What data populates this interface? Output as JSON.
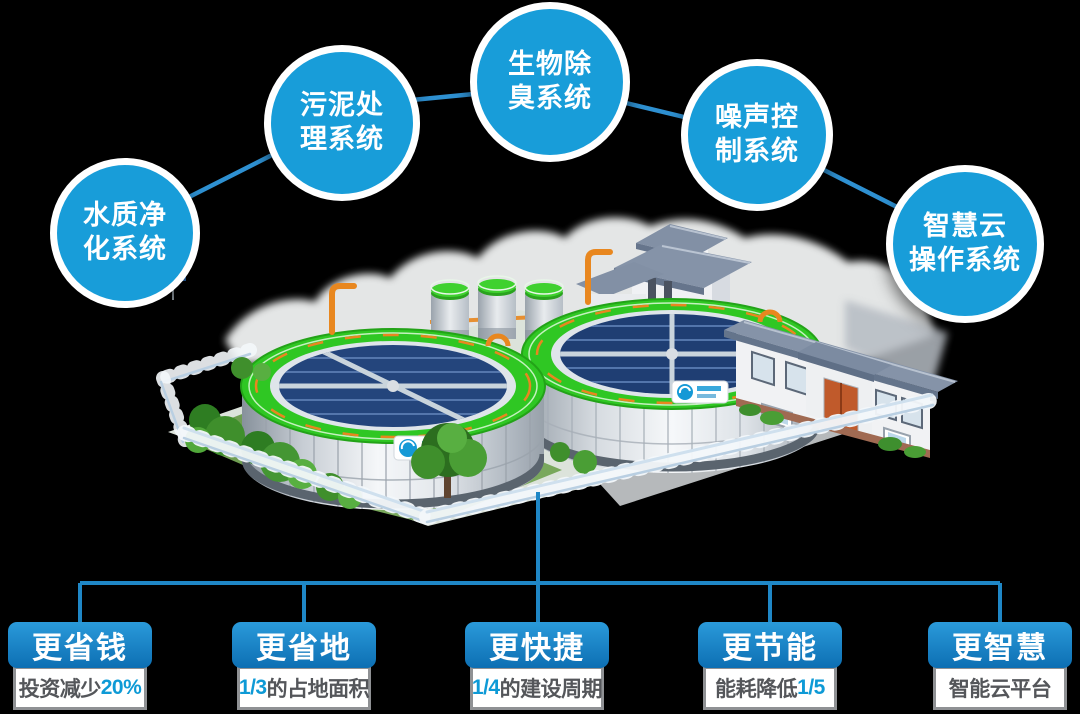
{
  "page": {
    "background": "#000000"
  },
  "systems": [
    {
      "name": "水质净化系统",
      "line1": "水质净",
      "line2": "化系统"
    },
    {
      "name": "污泥处理系统",
      "line1": "污泥处",
      "line2": "理系统"
    },
    {
      "name": "生物除臭系统",
      "line1": "生物除",
      "line2": "臭系统"
    },
    {
      "name": "噪声控制系统",
      "line1": "噪声控",
      "line2": "制系统"
    },
    {
      "name": "智慧云操作系统",
      "line1": "智慧云",
      "line2": "操作系统"
    }
  ],
  "benefits": [
    {
      "title": "更省钱",
      "desc": {
        "prefix": "投资减少",
        "highlight": "20%",
        "suffix": ""
      }
    },
    {
      "title": "更省地",
      "desc": {
        "prefix": "",
        "highlight": "1/3",
        "suffix": "的占地面积"
      }
    },
    {
      "title": "更快捷",
      "desc": {
        "prefix": "",
        "highlight": "1/4",
        "suffix": "的建设周期"
      }
    },
    {
      "title": "更节能",
      "desc": {
        "prefix": "能耗降低",
        "highlight": "1/5",
        "suffix": ""
      }
    },
    {
      "title": "更智慧",
      "desc": {
        "prefix": "智能云平台",
        "highlight": "",
        "suffix": ""
      }
    }
  ],
  "colors": {
    "bubble_blue": "#189dd9",
    "connector_blue": "#2e90d1",
    "tree_connector_blue": "#1f87c6",
    "header_blue_top": "#2a9ada",
    "header_blue_bottom": "#0d6fb3",
    "highlight_blue": "#0e9ad6",
    "desc_gray": "#54565a",
    "box_border_gray": "#8f9194",
    "tank_green": "#2fc723",
    "water_blue": "#24457c",
    "pipe_orange": "#e8871f",
    "door_red": "#c05a2b"
  }
}
